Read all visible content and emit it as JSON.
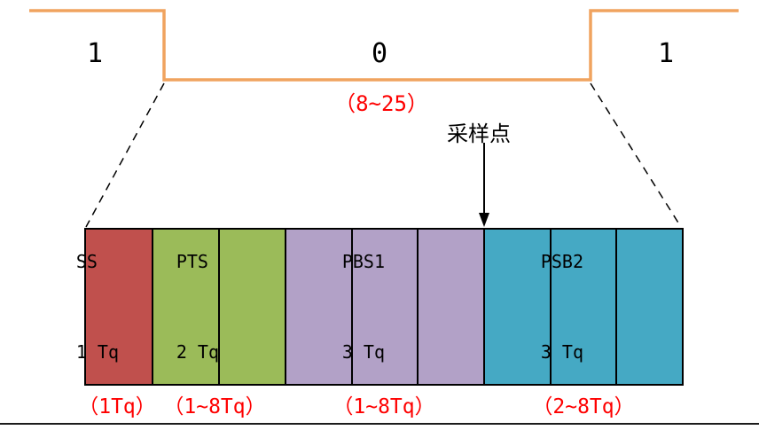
{
  "colors": {
    "waveform": "#f0a35f",
    "annotation_red": "#fe0000",
    "line_black": "#000000"
  },
  "waveform": {
    "left_bit": "1",
    "middle_bit": "0",
    "right_bit": "1",
    "duration_label": "（8~25）"
  },
  "sample_point_label": "采样点",
  "segments": [
    {
      "name": "SS",
      "tq": "1 Tq",
      "cells": 1,
      "color": "#c0504d",
      "range": "（1Tq）"
    },
    {
      "name": "PTS",
      "tq": "2 Tq",
      "cells": 2,
      "color": "#9bbb59",
      "range": "（1~8Tq）"
    },
    {
      "name": "PBS1",
      "tq": "3 Tq",
      "cells": 3,
      "color": "#b2a1c7",
      "range": "（1~8Tq）"
    },
    {
      "name": "PSB2",
      "tq": "3 Tq",
      "cells": 3,
      "color": "#45a9c4",
      "range": "（2~8Tq）"
    }
  ]
}
